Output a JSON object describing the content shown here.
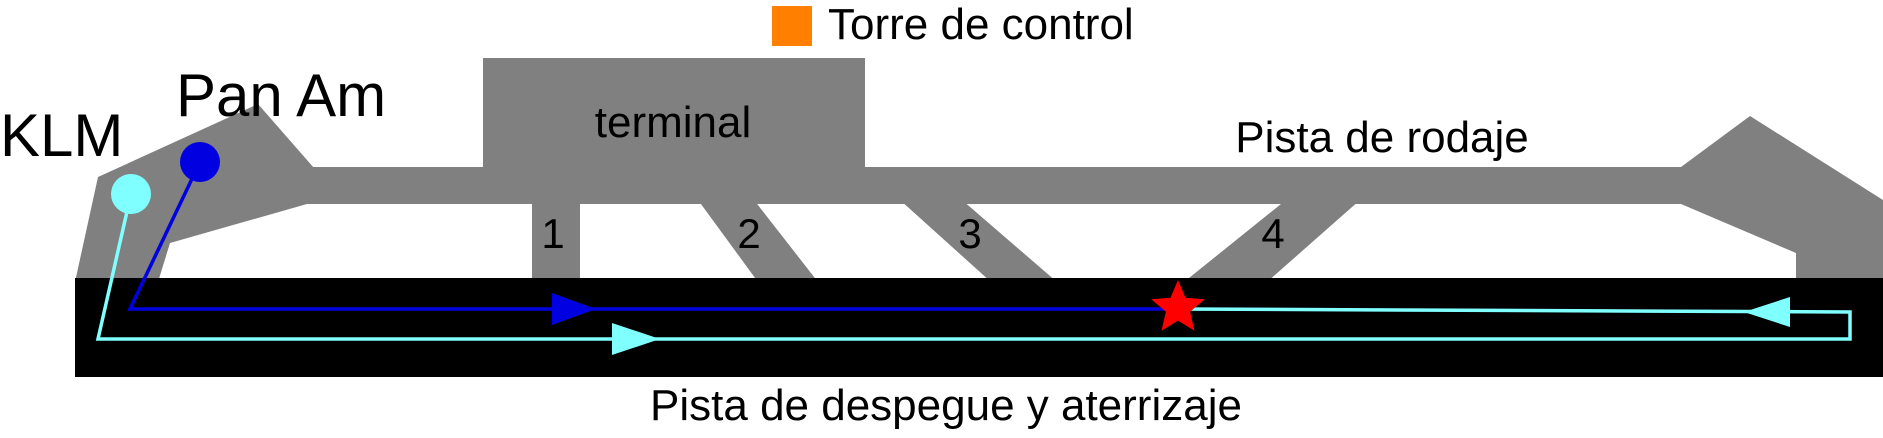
{
  "legend": {
    "control_tower_label": "Torre de control",
    "control_tower_color": "#ff8000"
  },
  "labels": {
    "terminal": "terminal",
    "taxiway": "Pista de rodaje",
    "runway": "Pista de despegue y aterrizaje"
  },
  "aircraft": [
    {
      "name": "KLM",
      "color": "#7fffff"
    },
    {
      "name": "Pan Am",
      "color": "#0000e0"
    }
  ],
  "connectors": [
    "1",
    "2",
    "3",
    "4"
  ],
  "colors": {
    "ground": "#808080",
    "runway": "#000000",
    "collision": "#ff0000"
  }
}
